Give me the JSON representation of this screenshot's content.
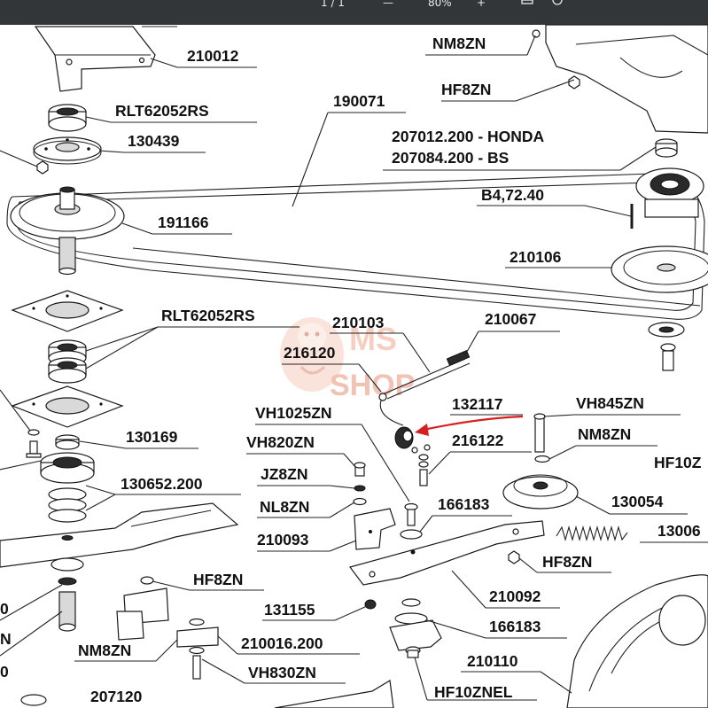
{
  "viewer": {
    "page_indicator": "1 / 1",
    "zoom": "80%",
    "minus_label": "—",
    "plus_label": "+"
  },
  "diagram": {
    "watermark_text": "MS SHOP",
    "labels": [
      {
        "id": "210012",
        "text": "210012"
      },
      {
        "id": "nm8zn_top",
        "text": "NM8ZN"
      },
      {
        "id": "hf8zn_top",
        "text": "HF8ZN"
      },
      {
        "id": "rlt_top",
        "text": "RLT62052RS"
      },
      {
        "id": "190071",
        "text": "190071"
      },
      {
        "id": "130439",
        "text": "130439"
      },
      {
        "id": "207012",
        "text": "207012.200 - HONDA"
      },
      {
        "id": "207084",
        "text": "207084.200 - BS"
      },
      {
        "id": "b4",
        "text": "B4,72.40"
      },
      {
        "id": "191166",
        "text": "191166"
      },
      {
        "id": "210106",
        "text": "210106"
      },
      {
        "id": "rlt_mid",
        "text": "RLT62052RS"
      },
      {
        "id": "210103",
        "text": "210103"
      },
      {
        "id": "210067",
        "text": "210067"
      },
      {
        "id": "216120",
        "text": "216120"
      },
      {
        "id": "132117",
        "text": "132117"
      },
      {
        "id": "vh1025zn",
        "text": "VH1025ZN"
      },
      {
        "id": "vh845zn",
        "text": "VH845ZN"
      },
      {
        "id": "130169",
        "text": "130169"
      },
      {
        "id": "216122",
        "text": "216122"
      },
      {
        "id": "nm8zn_r",
        "text": "NM8ZN"
      },
      {
        "id": "vh820zn",
        "text": "VH820ZN"
      },
      {
        "id": "hf10_r",
        "text": "HF10Z"
      },
      {
        "id": "130652",
        "text": "130652.200"
      },
      {
        "id": "jz8zn",
        "text": "JZ8ZN"
      },
      {
        "id": "nl8zn",
        "text": "NL8ZN"
      },
      {
        "id": "166183a",
        "text": "166183"
      },
      {
        "id": "130054",
        "text": "130054"
      },
      {
        "id": "13006",
        "text": "13006"
      },
      {
        "id": "210093",
        "text": "210093"
      },
      {
        "id": "hf8zn_mid",
        "text": "HF8ZN"
      },
      {
        "id": "hf8zn_low",
        "text": "HF8ZN"
      },
      {
        "id": "210092",
        "text": "210092"
      },
      {
        "id": "131155",
        "text": "131155"
      },
      {
        "id": "166183b",
        "text": "166183"
      },
      {
        "id": "210016",
        "text": "210016.200"
      },
      {
        "id": "nm8zn_low",
        "text": "NM8ZN"
      },
      {
        "id": "210110",
        "text": "210110"
      },
      {
        "id": "vh830zn",
        "text": "VH830ZN"
      },
      {
        "id": "207120",
        "text": "207120"
      },
      {
        "id": "hf10znel",
        "text": "HF10ZNEL"
      },
      {
        "id": "edge_0a",
        "text": "0"
      },
      {
        "id": "edge_n",
        "text": "N"
      },
      {
        "id": "edge_0b",
        "text": "0"
      }
    ]
  },
  "colors": {
    "toolbar_bg": "#323639",
    "pointer_arrow": "#d62020",
    "line": "#222222",
    "watermark_light": "#f2b8a8",
    "watermark_dark": "#e07a5a"
  }
}
